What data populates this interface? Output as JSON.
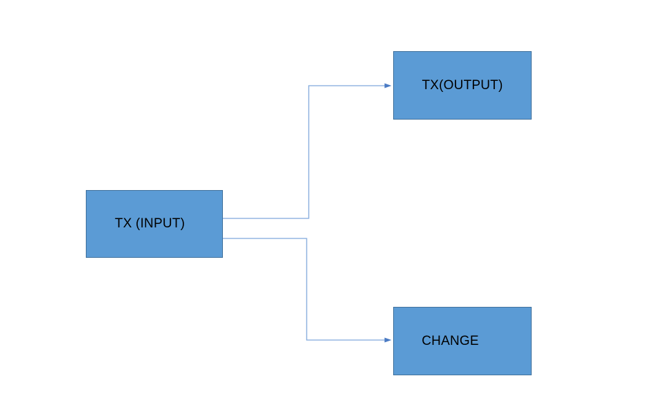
{
  "diagram": {
    "nodes": [
      {
        "id": "tx-input",
        "label": "TX (INPUT)"
      },
      {
        "id": "tx-output",
        "label": "TX(OUTPUT)"
      },
      {
        "id": "change",
        "label": "CHANGE"
      }
    ],
    "edges": [
      {
        "from": "tx-input",
        "to": "tx-output",
        "style": "elbow",
        "arrowhead": "triangle-right"
      },
      {
        "from": "tx-input",
        "to": "change",
        "style": "elbow",
        "arrowhead": "triangle-right"
      }
    ],
    "colors": {
      "background": "#FFFFFF",
      "node_fill": "#5B9BD5",
      "node_border": "#41719C",
      "connector": "#7FA8DC",
      "arrowhead": "#4B7BC4",
      "label_text": "#000000"
    }
  }
}
